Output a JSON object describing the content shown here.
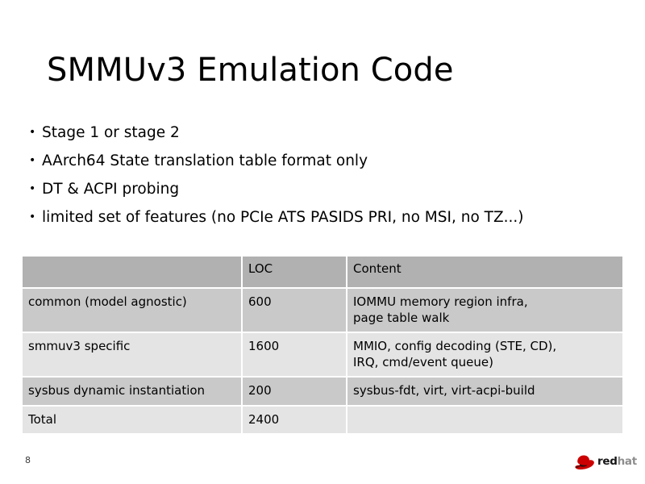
{
  "slide": {
    "title": "SMMUv3 Emulation Code",
    "page_number": "8",
    "bullet_marker": "•",
    "bullets": [
      "Stage 1 or stage 2",
      "AArch64 State translation table format only",
      "DT & ACPI probing",
      "limited set of features (no PCIe ATS PASIDS PRI, no MSI, no TZ...)"
    ]
  },
  "table": {
    "headers": [
      "",
      "LOC",
      "Content"
    ],
    "rows": [
      {
        "label": "common (model agnostic)",
        "loc": "600",
        "content_lines": [
          "IOMMU memory region infra,",
          "page table walk"
        ]
      },
      {
        "label": "smmuv3 specific",
        "loc": "1600",
        "content_lines": [
          "MMIO, config decoding (STE, CD),",
          "IRQ, cmd/event queue)"
        ]
      },
      {
        "label": "sysbus dynamic instantiation",
        "loc": "200",
        "content_lines": [
          "sysbus-fdt, virt, virt-acpi-build"
        ]
      },
      {
        "label": "Total",
        "loc": "2400",
        "content_lines": [
          ""
        ]
      }
    ]
  },
  "logo": {
    "word_first": "red",
    "word_second": "hat",
    "hat_color": "#cc0000",
    "text_color": "#151515",
    "accent_color": "#8d8d8d"
  },
  "colors": {
    "background": "#ffffff",
    "header_row": "#b1b1b1",
    "row_dark": "#c9c9c9",
    "row_light": "#e4e4e4",
    "text": "#000000"
  }
}
